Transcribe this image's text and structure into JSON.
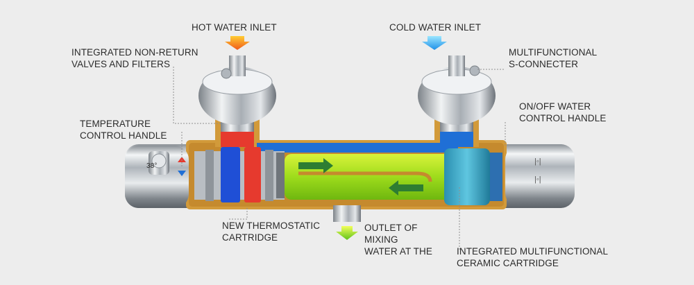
{
  "labels": {
    "hot_inlet": "HOT WATER INLET",
    "cold_inlet": "COLD WATER INLET",
    "nonreturn_1": "INTEGRATED NON-RETURN",
    "nonreturn_2": "VALVES AND FILTERS",
    "s_connecter_1": "MULTIFUNCTIONAL",
    "s_connecter_2": "S-CONNECTER",
    "temp_handle_1": "TEMPERATURE",
    "temp_handle_2": "CONTROL HANDLE",
    "onoff_handle_1": "ON/OFF WATER",
    "onoff_handle_2": "CONTROL HANDLE",
    "thermo_cartridge_1": "NEW THERMOSTATIC",
    "thermo_cartridge_2": "CARTRIDGE",
    "outlet_1": "OUTLET OF",
    "outlet_2": "MIXING",
    "outlet_3": "WATER AT THE",
    "ceramic_1": "INTEGRATED MULTIFUNCTIONAL",
    "ceramic_2": "CERAMIC CARTRIDGE"
  },
  "handle_marks": {
    "temperature": "38°"
  },
  "colors": {
    "hot": "#e63a2e",
    "cold": "#1f6fd6",
    "mixed": "#a6e11f",
    "brass": "#d29a3a",
    "chrome": "#c9ced3",
    "leader": "#8f8f8f"
  }
}
